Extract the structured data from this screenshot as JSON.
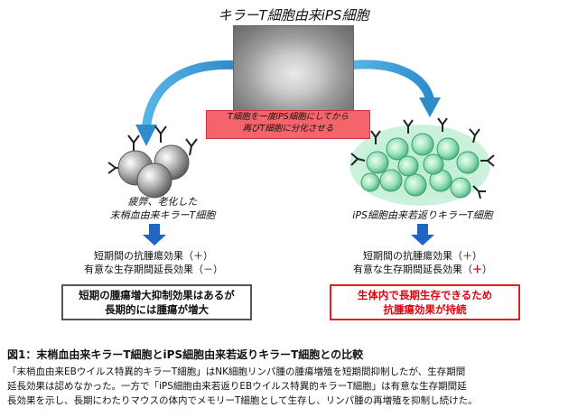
{
  "header": {
    "title": "キラーT細胞由来iPS細胞"
  },
  "process_label": {
    "line1": "T細胞を一度iPS細胞にしてから",
    "line2": "再びT細胞に分化させる"
  },
  "left": {
    "caption_line1": "疲弊、老化した",
    "caption_line2": "末梢血由来キラーT細胞",
    "effect_line1": "短期間の抗腫瘍効果（＋）",
    "effect_line2": "有意な生存期間延長効果（－）",
    "box_line1": "短期の腫瘍増大抑制効果はあるが",
    "box_line2": "長期的には腫瘍が増大"
  },
  "right": {
    "caption": "iPS細胞由来若返りキラーT細胞",
    "effect_line1": "短期間の抗腫瘍効果（＋）",
    "effect_line2_prefix": "有意な生存期間延長効果（",
    "effect_line2_plus": "＋",
    "effect_line2_suffix": "）",
    "box_line1": "生体内で長期生存できるため",
    "box_line2": "抗腫瘍効果が持続"
  },
  "figure": {
    "title": "図1：末梢血由来キラーT細胞とiPS細胞由来若返りキラーT細胞との比較",
    "desc_line1": "「末梢血由来EBウイルス特異的キラーT細胞」はNK細胞リンパ腫の腫瘍増殖を短期間抑制したが、生存期間",
    "desc_line2": "延長効果は認めなかった。一方で「iPS細胞由来若返りEBウイルス特異的キラーT細胞」は有意な生存期間延",
    "desc_line3": "長効果を示し、長期にわたりマウスの体内でメモリーT細胞として生存し、リンパ腫の再増殖を抑制し続けた。"
  },
  "colors": {
    "arrow_blue": "#1f66c4",
    "arrow_cyan": "#3fa0d8",
    "red_box": "#f4646a",
    "accent_red": "#e0000d"
  }
}
